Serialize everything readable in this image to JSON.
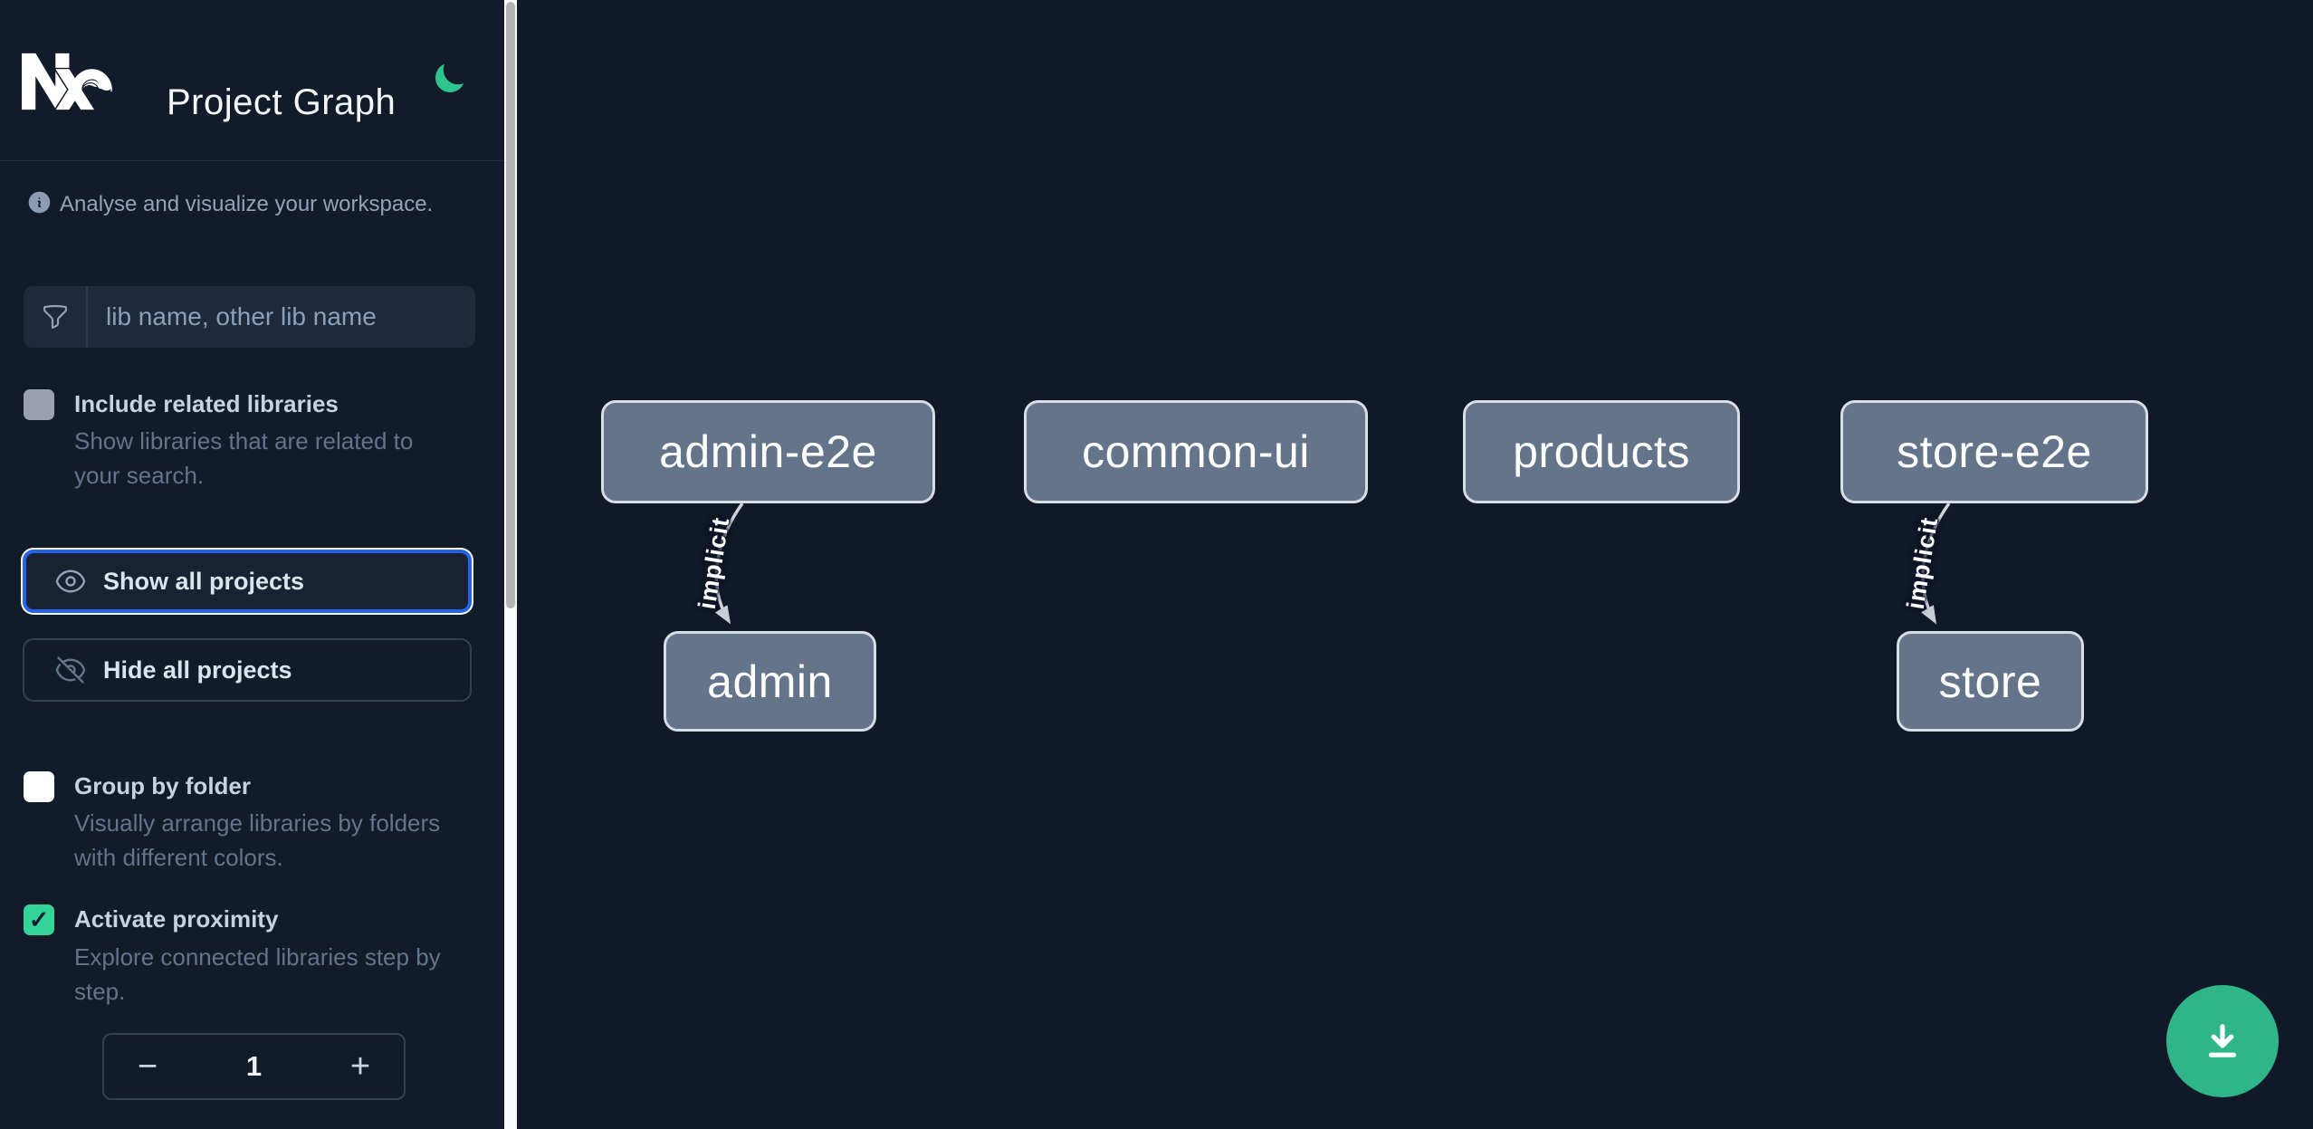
{
  "header": {
    "title": "Project Graph",
    "logo": "nx-logo",
    "theme_toggle": "moon-icon"
  },
  "sidebar": {
    "tagline": "Analyse and visualize your workspace.",
    "search": {
      "icon": "funnel-icon",
      "placeholder": "lib name, other lib name",
      "value": ""
    },
    "toggles": [
      {
        "label": "Include related libraries",
        "description": "Show libraries that are related to your search.",
        "checked": false,
        "disabled": true
      },
      {
        "label": "Group by folder",
        "description": "Visually arrange libraries by folders with different colors.",
        "checked": false,
        "disabled": false
      },
      {
        "label": "Activate proximity",
        "description": "Explore connected libraries step by step.",
        "checked": true,
        "disabled": false
      }
    ],
    "buttons": [
      {
        "label": "Show all projects",
        "icon": "eye-icon",
        "focused": true
      },
      {
        "label": "Hide all projects",
        "icon": "eye-off-icon",
        "focused": false
      }
    ],
    "stepper": {
      "decrement": "−",
      "value": "1",
      "increment": "+"
    }
  },
  "graph": {
    "nodes": [
      {
        "label": "admin-e2e"
      },
      {
        "label": "common-ui"
      },
      {
        "label": "products"
      },
      {
        "label": "store-e2e"
      },
      {
        "label": "admin"
      },
      {
        "label": "store"
      }
    ],
    "edges": [
      {
        "from": "admin-e2e",
        "to": "admin",
        "label": "implicit"
      },
      {
        "from": "store-e2e",
        "to": "store",
        "label": "implicit"
      }
    ]
  },
  "fab": {
    "icon": "download-icon"
  },
  "icons": {
    "check": "✓"
  },
  "colors": {
    "background": "#111827",
    "accent_green": "#34d399",
    "fab_green": "#2fb588",
    "focus_blue": "#2563eb",
    "node_fill": "#64748b",
    "node_border": "#d9dee6",
    "edge": "#d1d5db",
    "text_primary": "#e2e8f0",
    "text_secondary": "#94a3b8",
    "text_muted": "#64748b"
  }
}
